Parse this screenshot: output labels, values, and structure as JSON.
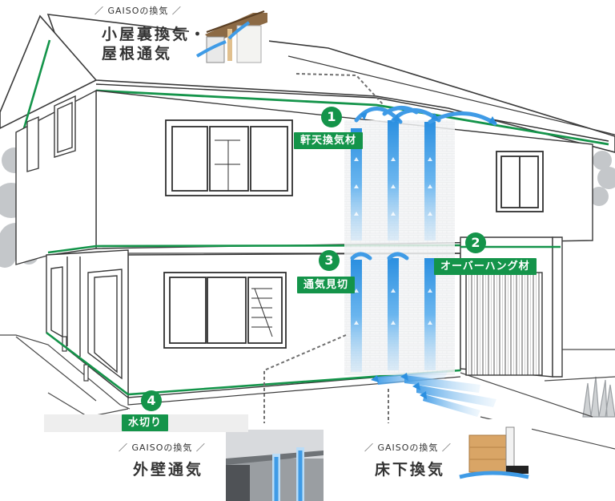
{
  "captions": {
    "attic": {
      "sub": "GAISOの換気",
      "main_line1": "小屋裏換気・",
      "main_line2": "屋根通気"
    },
    "wall": {
      "sub": "GAISOの換気",
      "main": "外壁通気"
    },
    "floor": {
      "sub": "GAISOの換気",
      "main": "床下換気"
    }
  },
  "parts": [
    {
      "number": "1",
      "label": "軒天換気材"
    },
    {
      "number": "2",
      "label": "オーバーハング材"
    },
    {
      "number": "3",
      "label": "通気見切"
    },
    {
      "number": "4",
      "label": "水切り"
    }
  ],
  "colors": {
    "accent_green": "#14944a",
    "airflow_blue": "#3f9be6",
    "line_gray": "#555555"
  }
}
